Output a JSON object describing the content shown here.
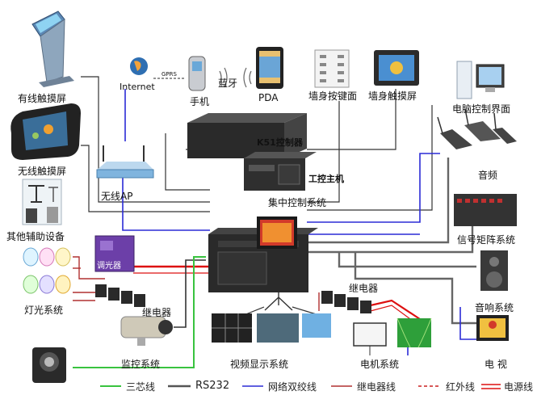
{
  "nodes": {
    "wired_touch": "有线触摸屏",
    "wireless_touch": "无线触摸屏",
    "aux": "其他辅助设备",
    "lighting": "灯光系统",
    "internet": "Internet",
    "gprs": "GPRS",
    "phone": "手机",
    "bluetooth": "蓝牙",
    "pda": "PDA",
    "wall_keypad": "墙身按键面",
    "wall_touch": "墙身触摸屏",
    "pc_ui": "电脑控制界面",
    "k51": "K51控制器",
    "ipc": "工控主机",
    "central": "集中控制系统",
    "ap": "无线AP",
    "dimmer": "调光器",
    "relay_left": "继电器",
    "relay_right": "继电器",
    "monitor": "监控系统",
    "video": "视频显示系统",
    "motor": "电机系统",
    "audio": "音频",
    "matrix": "信号矩阵系统",
    "speaker": "音响系统",
    "tv": "电 视"
  },
  "legend": [
    {
      "label": "三芯线",
      "color": "#39c33f",
      "style": "solid"
    },
    {
      "label": "RS232",
      "color": "#555555",
      "style": "solid"
    },
    {
      "label": "网络双绞线",
      "color": "#2b2bd6",
      "style": "solid"
    },
    {
      "label": "继电器线",
      "color": "#b03030",
      "style": "solid"
    },
    {
      "label": "红外线",
      "color": "#cc2020",
      "style": "dashed"
    },
    {
      "label": "电源线",
      "color": "#dd1010",
      "style": "double"
    }
  ],
  "colors": {
    "network": "#2b2bd6",
    "rs232": "#555555",
    "three_core": "#39c33f",
    "relay": "#b03030",
    "power": "#dd1010"
  }
}
